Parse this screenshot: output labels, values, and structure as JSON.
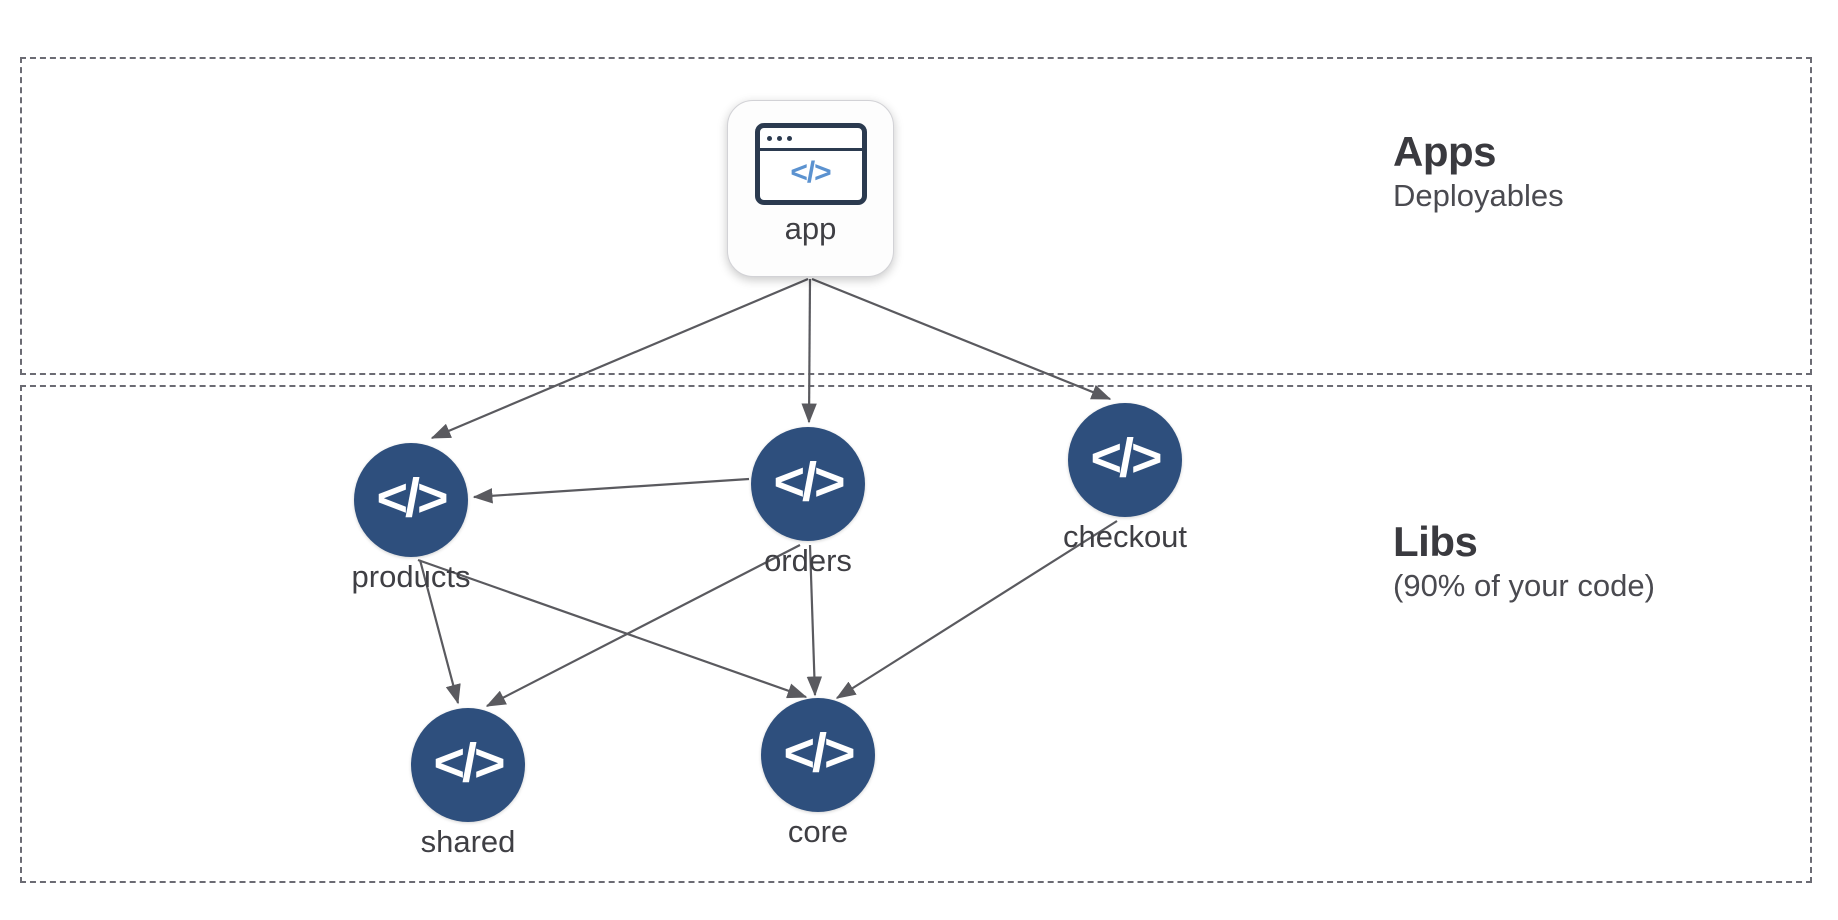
{
  "diagram": {
    "title": "Nx workspace apps and libs dependency graph",
    "background": "#ffffff",
    "edge_color": "#5a5a5f",
    "zone_border_color": "#6b6b73",
    "lib_node_color": "#2e4f7d",
    "app_icon_accent": "#5b92d0",
    "app_icon_outline": "#2b3a4f",
    "text_color": "#3f3f44"
  },
  "zones": [
    {
      "id": "apps",
      "title": "Apps",
      "subtitle": "Deployables"
    },
    {
      "id": "libs",
      "title": "Libs",
      "subtitle": "(90% of your code)"
    }
  ],
  "nodes": {
    "app": {
      "label": "app",
      "icon": "browser-code-icon",
      "code_glyph": "</>",
      "type": "application",
      "zone": "apps"
    },
    "products": {
      "label": "products",
      "icon": "code-icon",
      "code_glyph": "</>",
      "type": "library",
      "zone": "libs"
    },
    "orders": {
      "label": "orders",
      "icon": "code-icon",
      "code_glyph": "</>",
      "type": "library",
      "zone": "libs"
    },
    "checkout": {
      "label": "checkout",
      "icon": "code-icon",
      "code_glyph": "</>",
      "type": "library",
      "zone": "libs"
    },
    "shared": {
      "label": "shared",
      "icon": "code-icon",
      "code_glyph": "</>",
      "type": "library",
      "zone": "libs"
    },
    "core": {
      "label": "core",
      "icon": "code-icon",
      "code_glyph": "</>",
      "type": "library",
      "zone": "libs"
    }
  },
  "edges": [
    {
      "from": "app",
      "to": "products"
    },
    {
      "from": "app",
      "to": "orders"
    },
    {
      "from": "app",
      "to": "checkout"
    },
    {
      "from": "orders",
      "to": "products"
    },
    {
      "from": "products",
      "to": "shared"
    },
    {
      "from": "products",
      "to": "core"
    },
    {
      "from": "orders",
      "to": "shared"
    },
    {
      "from": "orders",
      "to": "core"
    },
    {
      "from": "checkout",
      "to": "core"
    }
  ]
}
